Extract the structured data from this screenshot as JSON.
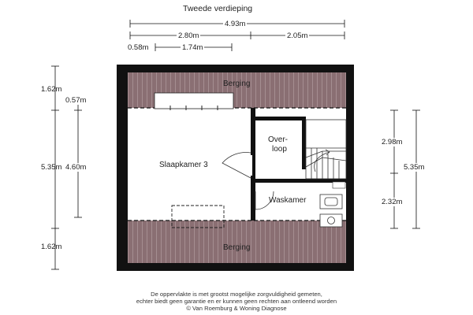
{
  "title": "Tweede verdieping",
  "dimensions": {
    "total_width": "4.93m",
    "left_width": "2.80m",
    "right_width": "2.05m",
    "offset": "0.58m",
    "window_width": "1.74m",
    "left_top": "1.62m",
    "left_gap": "0.57m",
    "left_total": "5.35m",
    "left_mid": "4.60m",
    "left_bottom": "1.62m",
    "right_upper": "2.98m",
    "right_lower": "2.32m",
    "right_total": "5.35m"
  },
  "rooms": {
    "berging_top": "Berging",
    "slaapkamer": "Slaapkamer 3",
    "overloop_line1": "Over-",
    "overloop_line2": "loop",
    "waskamer": "Waskamer",
    "berging_bottom": "Berging"
  },
  "footer": {
    "line1": "De oppervlakte is met grootst mogelijke zorgvuldigheid gemeten,",
    "line2": "echter biedt geen garantie en er kunnen geen rechten aan ontleend worden",
    "line3": "© Van Roemburg & Woning Diagnose"
  },
  "colors": {
    "wall": "#111111",
    "roof": "#8a6f73",
    "floor": "#ffffff"
  }
}
